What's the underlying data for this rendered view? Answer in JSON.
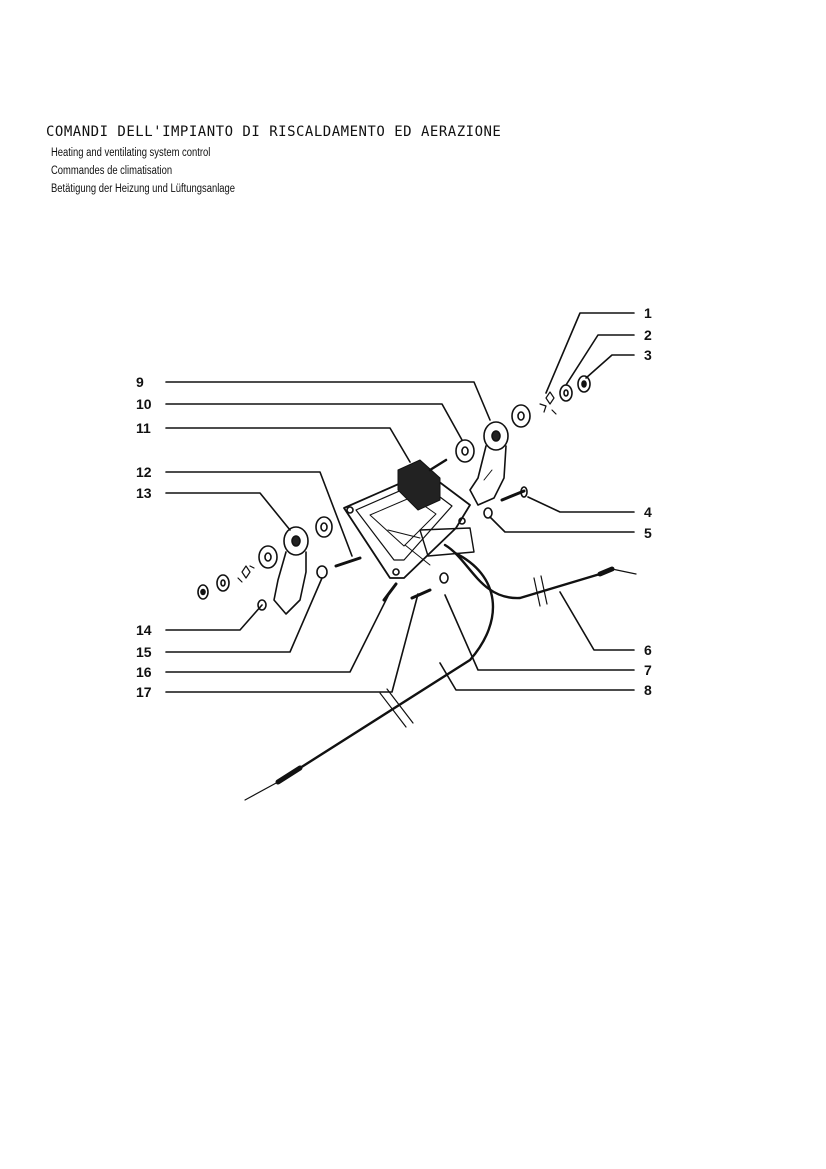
{
  "header": {
    "title": "COMANDI DELL'IMPIANTO DI RISCALDAMENTO ED AERAZIONE",
    "subtitles": [
      "Heating and ventilating system control",
      "Commandes de climatisation",
      "Betätigung der Heizung und Lüftungsanlage"
    ]
  },
  "parts": [
    "1",
    "2",
    "3",
    "4",
    "5",
    "6",
    "7",
    "8",
    "9",
    "10",
    "11",
    "12",
    "13",
    "14",
    "15",
    "16",
    "17"
  ]
}
